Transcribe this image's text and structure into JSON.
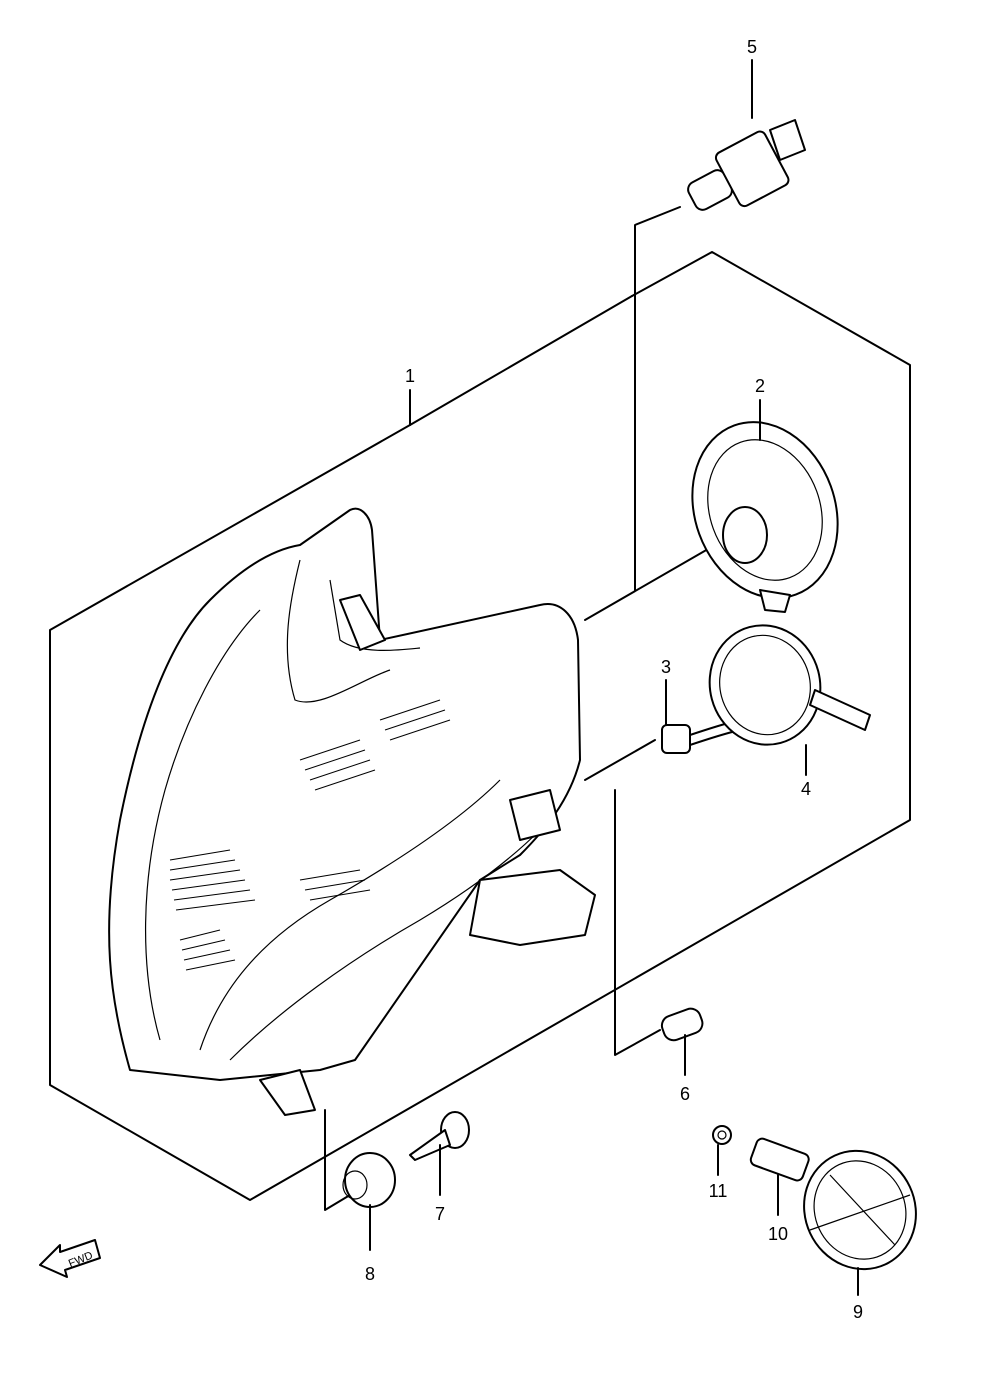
{
  "diagram": {
    "callouts": [
      {
        "id": "callout-1",
        "text": "1"
      },
      {
        "id": "callout-2",
        "text": "2"
      },
      {
        "id": "callout-3",
        "text": "3"
      },
      {
        "id": "callout-4",
        "text": "4"
      },
      {
        "id": "callout-5",
        "text": "5"
      },
      {
        "id": "callout-6",
        "text": "6"
      },
      {
        "id": "callout-7",
        "text": "7"
      },
      {
        "id": "callout-8",
        "text": "8"
      },
      {
        "id": "callout-9",
        "text": "9"
      },
      {
        "id": "callout-10",
        "text": "10"
      },
      {
        "id": "callout-11",
        "text": "11"
      }
    ],
    "fwd_arrow": {
      "text": "FWD"
    }
  }
}
